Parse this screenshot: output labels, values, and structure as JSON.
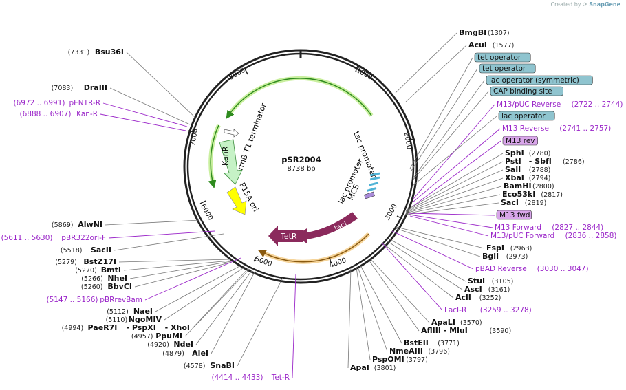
{
  "credit": {
    "prefix": "Created by",
    "brand": "SnapGene"
  },
  "plasmid": {
    "name": "pSR2004",
    "length": "8738 bp"
  },
  "ticks": [
    "1000",
    "2000",
    "3000",
    "4000",
    "5000",
    "6000",
    "7000",
    "8000"
  ],
  "features": {
    "lacI": "lacI",
    "TetR": "TetR",
    "KanR": "KanR",
    "p15A": "P15A ori",
    "rrnB": "rrnB T1 terminator",
    "tac": "tac promoter",
    "lacprom": "lac promoter",
    "mcs": "MCS"
  },
  "right_labels": [
    {
      "kind": "enzyme",
      "name": "BmgBI",
      "pos": "(1307)"
    },
    {
      "kind": "enzyme",
      "name": "AcuI",
      "pos": "(1577)"
    },
    {
      "kind": "box",
      "name": "tet operator",
      "color": "#8fc4cf"
    },
    {
      "kind": "box",
      "name": "tet operator",
      "color": "#8fc4cf"
    },
    {
      "kind": "box",
      "name": "lac operator (symmetric)",
      "color": "#8fc4cf"
    },
    {
      "kind": "box",
      "name": "CAP binding site",
      "color": "#8fc4cf"
    },
    {
      "kind": "primer",
      "name": "M13/pUC Reverse",
      "pos": "(2722 .. 2744)"
    },
    {
      "kind": "box",
      "name": "lac operator",
      "color": "#8fc4cf"
    },
    {
      "kind": "primer",
      "name": "M13 Reverse",
      "pos": "(2741 .. 2757)"
    },
    {
      "kind": "box",
      "name": "M13 rev",
      "color": "#d9a6ea"
    },
    {
      "kind": "enzyme",
      "name": "SphI",
      "pos": "(2780)"
    },
    {
      "kind": "enzyme2",
      "name": "PstI",
      "sep": "- SbfI",
      "pos": "(2786)"
    },
    {
      "kind": "enzyme",
      "name": "SalI",
      "pos": "(2788)"
    },
    {
      "kind": "enzyme",
      "name": "XbaI",
      "pos": "(2794)"
    },
    {
      "kind": "enzyme",
      "name": "BamHI",
      "pos": "(2800)"
    },
    {
      "kind": "enzyme",
      "name": "Eco53kI",
      "pos": "(2817)"
    },
    {
      "kind": "enzyme",
      "name": "SacI",
      "pos": "(2819)"
    },
    {
      "kind": "box",
      "name": "M13 fwd",
      "color": "#d9a6ea"
    },
    {
      "kind": "primer",
      "name": "M13 Forward",
      "pos": "(2827 .. 2844)"
    },
    {
      "kind": "primer",
      "name": "M13/pUC Forward",
      "pos": "(2836 .. 2858)"
    },
    {
      "kind": "enzyme",
      "name": "FspI",
      "pos": "(2963)"
    },
    {
      "kind": "enzyme",
      "name": "BglI",
      "pos": "(2973)"
    },
    {
      "kind": "primer",
      "name": "pBAD Reverse",
      "pos": "(3030 .. 3047)"
    },
    {
      "kind": "enzyme",
      "name": "StuI",
      "pos": "(3105)"
    },
    {
      "kind": "enzyme",
      "name": "AscI",
      "pos": "(3161)"
    },
    {
      "kind": "enzyme",
      "name": "AclI",
      "pos": "(3252)"
    },
    {
      "kind": "primer",
      "name": "LacI-R",
      "pos": "(3259 .. 3278)"
    },
    {
      "kind": "enzyme",
      "name": "ApaLI",
      "pos": "(3570)"
    },
    {
      "kind": "enzyme",
      "name": "AflIII - MluI",
      "pos": "(3590)"
    },
    {
      "kind": "enzyme",
      "name": "BstEII",
      "pos": "(3771)"
    },
    {
      "kind": "enzyme",
      "name": "NmeAIII",
      "pos": "(3796)"
    },
    {
      "kind": "enzyme",
      "name": "PspOMI",
      "pos": "(3797)"
    },
    {
      "kind": "enzyme",
      "name": "ApaI",
      "pos": "(3801)"
    }
  ],
  "left_labels": [
    {
      "kind": "enzyme",
      "name": "Bsu36I",
      "pos": "(7331)"
    },
    {
      "kind": "enzyme",
      "name": "DraIII",
      "pos": "(7083)"
    },
    {
      "kind": "primer",
      "name": "pENTR-R",
      "pos": "(6972 .. 6991)"
    },
    {
      "kind": "primer",
      "name": "Kan-R",
      "pos": "(6888 .. 6907)"
    },
    {
      "kind": "enzyme",
      "name": "AlwNI",
      "pos": "(5869)"
    },
    {
      "kind": "primer",
      "name": "pBR322ori-F",
      "pos": "(5611 .. 5630)"
    },
    {
      "kind": "enzyme",
      "name": "SacII",
      "pos": "(5518)"
    },
    {
      "kind": "enzyme",
      "name": "BstZ17I",
      "pos": "(5279)"
    },
    {
      "kind": "enzyme",
      "name": "BmtI",
      "pos": "(5270)"
    },
    {
      "kind": "enzyme",
      "name": "NheI",
      "pos": "(5266)"
    },
    {
      "kind": "enzyme",
      "name": "BbvCI",
      "pos": "(5260)"
    },
    {
      "kind": "primer",
      "name": "pBRrevBam",
      "pos": "(5147 .. 5166)"
    },
    {
      "kind": "enzyme",
      "name": "NaeI",
      "pos": "(5112)"
    },
    {
      "kind": "enzyme",
      "name": "NgoMIV",
      "pos": "(5110)"
    },
    {
      "kind": "enzyme3",
      "name": "PaeR7I",
      "mid": "- PspXI",
      "tail": "- XhoI",
      "pos": "(4994)"
    },
    {
      "kind": "enzyme",
      "name": "PpuMI",
      "pos": "(4957)"
    },
    {
      "kind": "enzyme",
      "name": "NdeI",
      "pos": "(4920)"
    },
    {
      "kind": "enzyme",
      "name": "AleI",
      "pos": "(4879)"
    },
    {
      "kind": "enzyme",
      "name": "SnaBI",
      "pos": "(4578)"
    },
    {
      "kind": "primer",
      "name": "Tet-R",
      "pos": "(4414 .. 4433)"
    }
  ],
  "colors": {
    "enzyme": "#111111",
    "primer": "#9b27c9",
    "ring": "#222222",
    "green": "#2e8b1e",
    "orange": "#d8891c",
    "lacI": "#8b2a5c",
    "kan": "#c6f2c6",
    "ori": "#ffff00"
  }
}
